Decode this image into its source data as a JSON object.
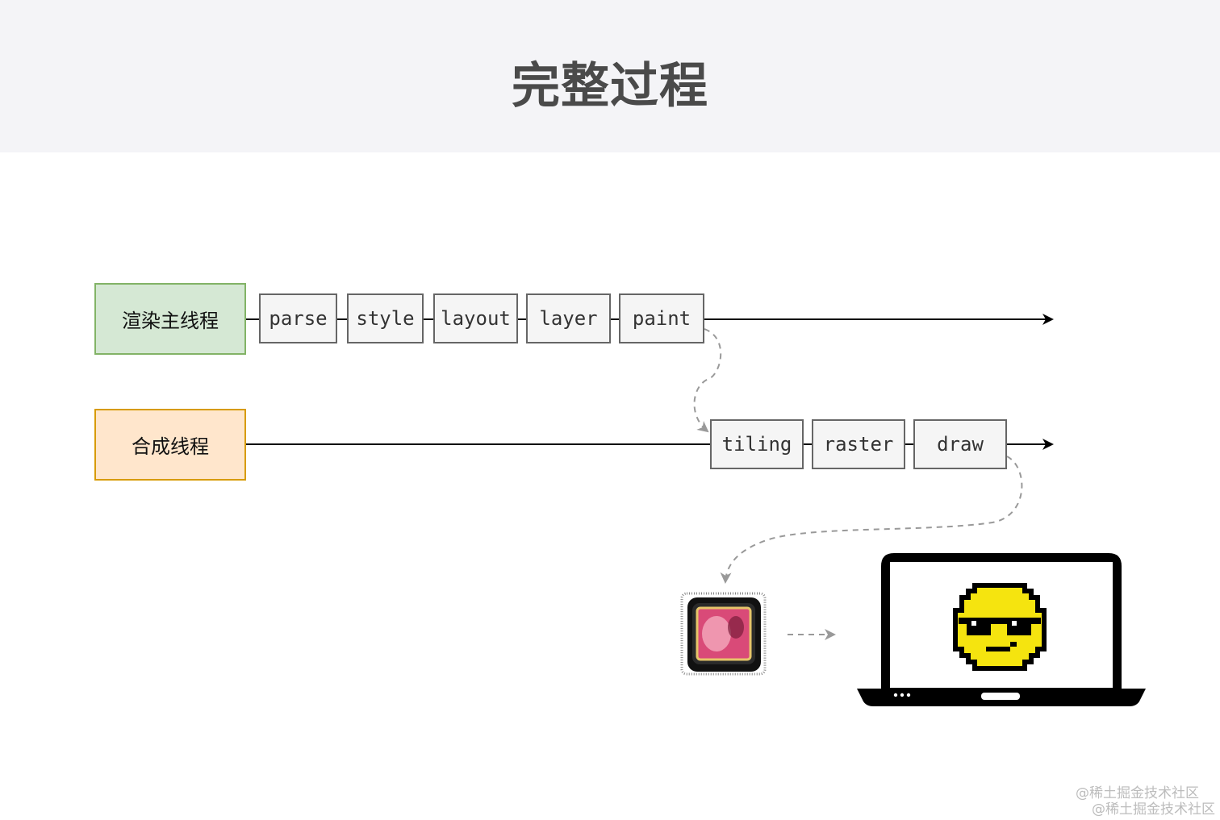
{
  "title": "完整过程",
  "lanes": {
    "main": "渲染主线程",
    "compositor": "合成线程"
  },
  "main_steps": [
    "parse",
    "style",
    "layout",
    "layer",
    "paint"
  ],
  "compositor_steps": [
    "tiling",
    "raster",
    "draw"
  ],
  "icons": {
    "gpu": "gpu-chip-icon",
    "screen": "laptop-icon",
    "face": "sunglasses-smiley-icon"
  },
  "colors": {
    "main_fill": "#d5e8d4",
    "main_border": "#82b366",
    "compositor_fill": "#ffe6cc",
    "compositor_border": "#d79b00",
    "step_fill": "#f5f5f5",
    "step_border": "#666666"
  },
  "watermark": {
    "line1": "@稀土掘金技术社区",
    "line2": "@稀土掘金技术社区"
  }
}
